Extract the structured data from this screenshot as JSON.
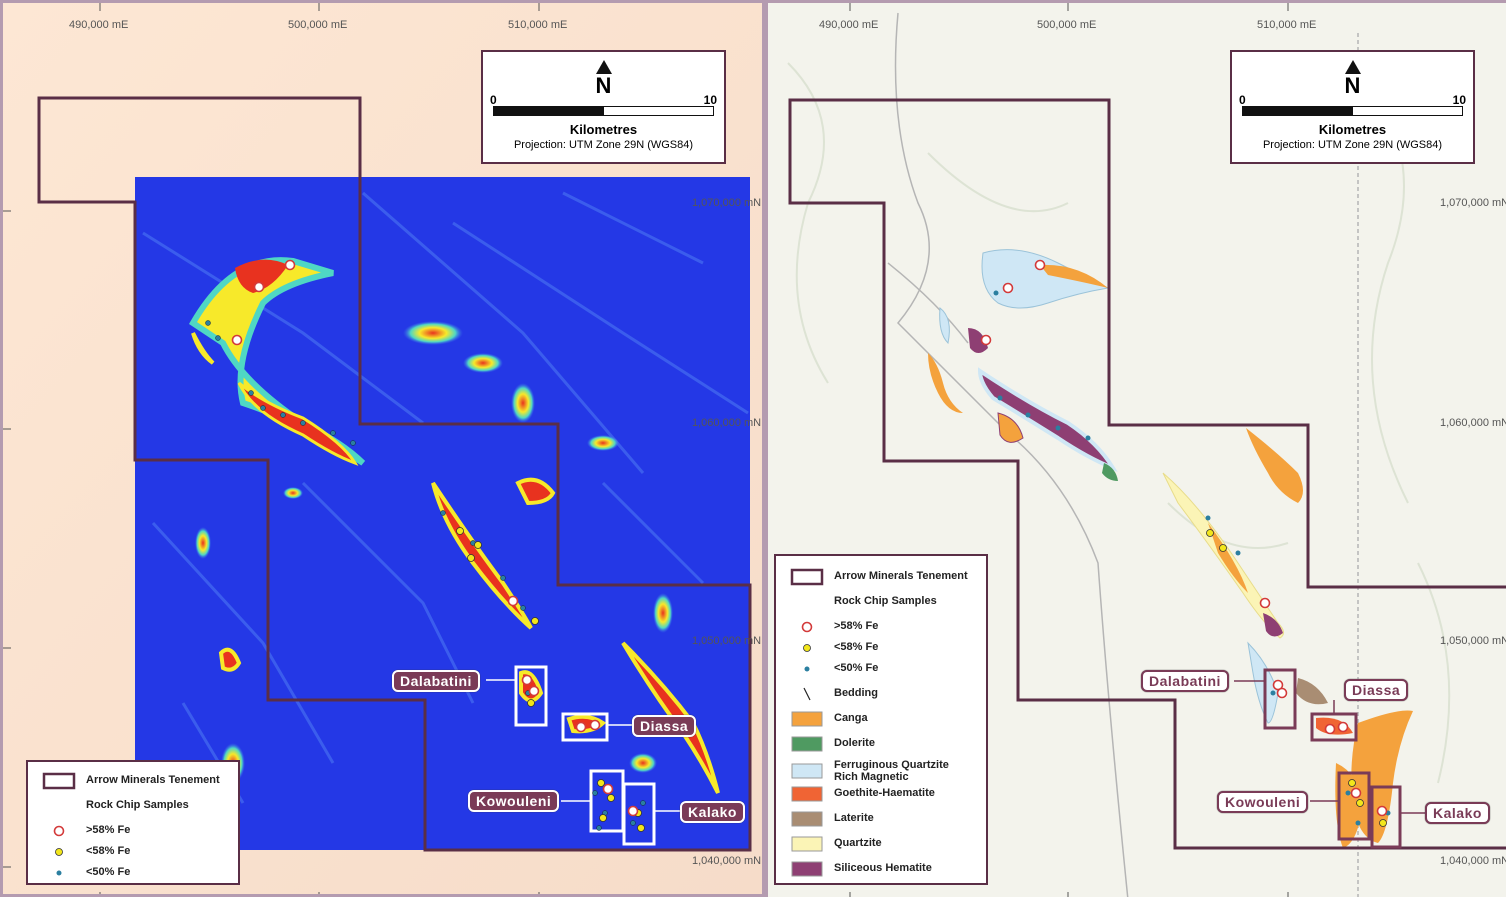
{
  "coords": {
    "easting": [
      "490,000 mE",
      "500,000 mE",
      "510,000 mE"
    ],
    "northing": [
      "1,070,000 mN",
      "1,060,000 mN",
      "1,050,000 mN",
      "1,040,000 mN"
    ]
  },
  "scale": {
    "north_label": "N",
    "zero": "0",
    "ten": "10",
    "units": "Kilometres",
    "projection": "Projection: UTM Zone 29N (WGS84)"
  },
  "prospects": [
    "Dalabatini",
    "Diassa",
    "Kowouleni",
    "Kalako"
  ],
  "legend": {
    "tenement": "Arrow Minerals Tenement",
    "rock_chip_title": "Rock Chip Samples",
    "samples": [
      {
        "label": ">58% Fe",
        "color": "#d33a3a"
      },
      {
        "label": "<58% Fe",
        "color": "#f2e61b"
      },
      {
        "label": "<50% Fe",
        "color": "#2b7fa0"
      }
    ],
    "bedding": "Bedding",
    "geology": [
      {
        "label": "Canga",
        "color": "#f4a23d"
      },
      {
        "label": "Dolerite",
        "color": "#4f9a61"
      },
      {
        "label": "Ferruginous Quartzite Rich Magnetic",
        "color": "#cfe7f5"
      },
      {
        "label": "Goethite-Haematite",
        "color": "#f06434"
      },
      {
        "label": "Laterite",
        "color": "#a98d73"
      },
      {
        "label": "Quartzite",
        "color": "#fbf4b6"
      },
      {
        "label": "Siliceous Hematite",
        "color": "#8e3f73"
      }
    ]
  },
  "colors": {
    "tenement": "#5a2e46",
    "magnetic_bg": "#2436e8",
    "prospect": "#7a3b57"
  }
}
